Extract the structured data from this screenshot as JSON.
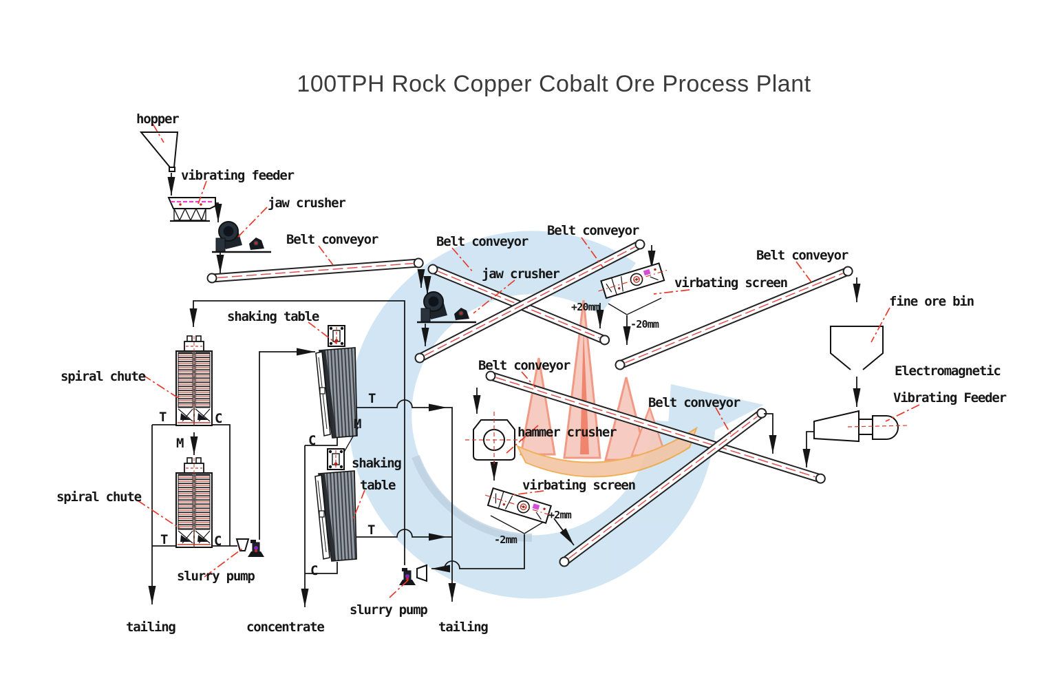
{
  "title": "100TPH Rock Copper Cobalt Ore Process Plant",
  "labels": {
    "hopper": "hopper",
    "vibrating_feeder": "vibrating feeder",
    "jaw_crusher": "jaw crusher",
    "belt_conveyor": "Belt conveyor",
    "virbating_screen": "virbating screen",
    "fine_ore_bin": "fine ore bin",
    "electromagnetic": "Electromagnetic",
    "vibrating_feeder_em": "Vibrating Feeder",
    "hammer_crusher": "hammer crusher",
    "shaking_table": "shaking table",
    "shaking": "shaking",
    "table": "table",
    "spiral_chute": "spiral chute",
    "slurry_pump": "slurry pump",
    "tailing": "tailing",
    "concentrate": "concentrate"
  },
  "sizes": {
    "plus20": "+20mm",
    "minus20": "-20mm",
    "plus2": "+2mm",
    "minus2": "-2mm"
  },
  "streams": {
    "t": "T",
    "c": "C",
    "m": "M"
  },
  "machines": [
    "hopper",
    "vibrating-feeder",
    "jaw-crusher-1",
    "belt-conveyor-1",
    "jaw-crusher-2",
    "belt-conveyor-2",
    "belt-conveyor-3",
    "vibrating-screen-1",
    "belt-conveyor-4",
    "fine-ore-bin",
    "electromagnetic-vibrating-feeder",
    "belt-conveyor-5",
    "hammer-crusher",
    "vibrating-screen-2",
    "belt-conveyor-6",
    "spiral-chute-1",
    "spiral-chute-2",
    "shaking-table-1",
    "shaking-table-2",
    "slurry-pump-1",
    "slurry-pump-2"
  ],
  "colors": {
    "line": "#161616",
    "leader_red": "#e8392b",
    "belt_center_red": "#e05050",
    "watermark_blue": "#cfe4f3",
    "watermark_shade": "#b6cbdc",
    "crown_pink": "#f6c5b8",
    "crown_orange": "#ee7258",
    "crown_yellow": "#eda43e",
    "magenta_accent": "#cc2fd4",
    "title_gray": "#3b3b3b"
  }
}
